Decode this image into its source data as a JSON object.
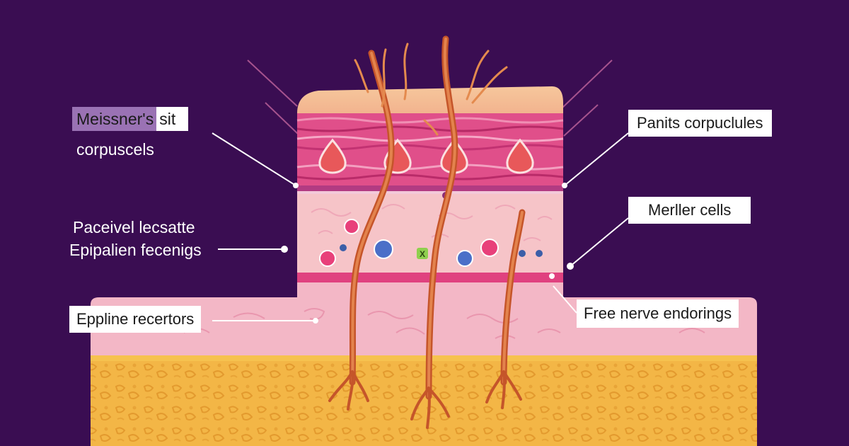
{
  "colors": {
    "background": "#3a0d52",
    "epidermis_top": "#f2b98d",
    "dermis_bands": "#d33a7c",
    "hypodermis_fat": "#f0b04a",
    "nerve": "#c95a2a"
  },
  "labels": {
    "meissner_a": "Meissner's",
    "meissner_b": "sit",
    "meissner_c": "corpuscels",
    "panits": "Panits corpuclules",
    "merller": "Merller cells",
    "paceivel": "Paceivel lecsatte",
    "epipalien": "Epipalien fecenigs",
    "free_nerve": "Free nerve endorings",
    "eppline": "Eppline recertors"
  },
  "markers": {
    "x_cell": "X"
  }
}
